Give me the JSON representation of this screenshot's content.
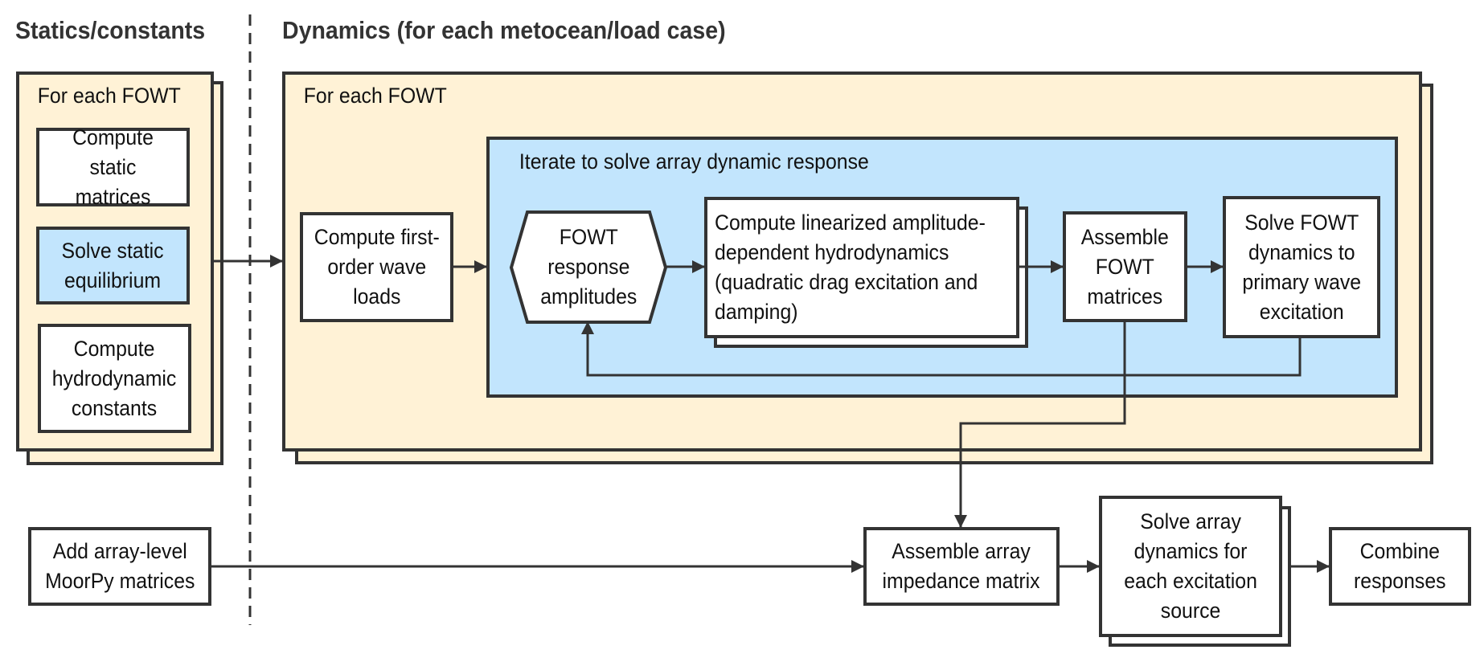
{
  "headers": {
    "statics": "Statics/constants",
    "dynamics": "Dynamics (for each metocean/load case)"
  },
  "statics_panel": {
    "label": "For each FOWT",
    "steps": [
      {
        "id": "compute-static-matrices",
        "text": "Compute\nstatic matrices"
      },
      {
        "id": "solve-static-equilibrium",
        "text": "Solve static\nequilibrium"
      },
      {
        "id": "compute-hydrodynamic-constants",
        "text": "Compute\nhydrodynamic\nconstants"
      }
    ]
  },
  "dynamics_panel": {
    "label": "For each FOWT",
    "first_order": "Compute first-\norder wave\nloads",
    "iterate_panel": {
      "label": "Iterate to solve array dynamic response",
      "response_amplitudes": "FOWT\nresponse\namplitudes",
      "linearized": "Compute linearized amplitude-\ndependent hydrodynamics\n(quadratic drag excitation and\ndamping)",
      "assemble_fowt": "Assemble\nFOWT\nmatrices",
      "solve_fowt": "Solve FOWT\ndynamics to\nprimary wave\nexcitation"
    }
  },
  "array_level": {
    "add_moorpy": "Add array-level\nMoorPy matrices",
    "assemble_impedance": "Assemble array\nimpedance matrix",
    "solve_array": "Solve array\ndynamics for\neach excitation\nsource",
    "combine": "Combine\nresponses"
  },
  "colors": {
    "panel_fill": "#fff2d6",
    "iterate_fill": "#c2e5fd",
    "stroke": "#333333"
  }
}
